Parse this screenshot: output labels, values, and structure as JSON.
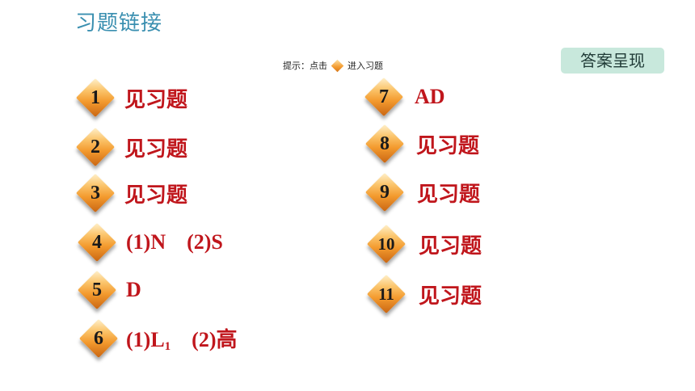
{
  "header": {
    "title": "习题链接",
    "hint_prefix": "提示：点击",
    "hint_suffix": "进入习题",
    "answer_button": "答案呈现"
  },
  "colors": {
    "title": "#3a8fb0",
    "answer_text": "#c0161c",
    "badge": "#f39a2e",
    "answer_button_bg": "#c8e8dc"
  },
  "left_items": [
    {
      "num": "1",
      "answer": "见习题"
    },
    {
      "num": "2",
      "answer": "见习题"
    },
    {
      "num": "3",
      "answer": "见习题"
    },
    {
      "num": "4",
      "answer": "(1)N    (2)S"
    },
    {
      "num": "5",
      "answer": "D"
    },
    {
      "num": "6",
      "answer_pre": "(1)L",
      "answer_sub": "1",
      "answer_post": "    (2)高"
    }
  ],
  "right_items": [
    {
      "num": "7",
      "answer": "AD"
    },
    {
      "num": "8",
      "answer": "见习题"
    },
    {
      "num": "9",
      "answer": "见习题"
    },
    {
      "num": "10",
      "answer": "见习题"
    },
    {
      "num": "11",
      "answer": "见习题"
    }
  ]
}
